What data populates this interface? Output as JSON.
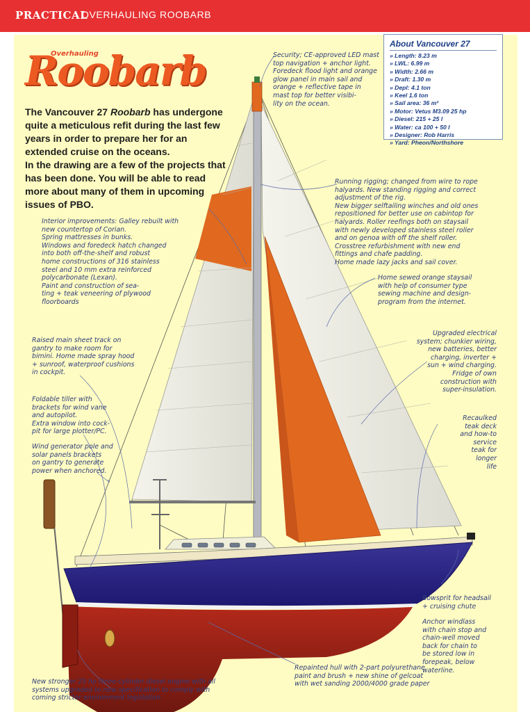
{
  "header": {
    "section": "PRACTICAL",
    "title": "OVERHAULING ROOBARB"
  },
  "logo": {
    "small": "Overhauling",
    "big": "Roobarb"
  },
  "intro": {
    "p1_before": "The Vancouver 27 ",
    "p1_name": "Roobarb",
    "p1_after": " has undergone quite a meticulous refit during the last few years in order to prepare her for an extended cruise on the oceans.",
    "p2": "In the drawing are a few of the projects that has been done. You will be able to read more about many of them in upcoming issues of PBO."
  },
  "info": {
    "title": "About Vancouver 27",
    "items": [
      "» Length: 8.23 m",
      "» LWL: 6.99 m",
      "» Width: 2.66 m",
      "» Draft: 1.30 m",
      "» Depl: 4.1 ton",
      "» Keel 1.6 ton",
      "» Sail area: 36 m²",
      "» Motor: Vetus M3.09 25 hp",
      "» Diesel: 215 + 25 l",
      "» Water: ca 100 + 50 l",
      "» Designer: Rob Harris",
      "» Yard: Pheon/Northshore"
    ]
  },
  "notes": {
    "security": "Security; CE-approved LED mast\ntop navigation + anchor light.\nForedeck flood light and orange\nglow panel in main sail and\norange + reflective tape in\nmast top for better visibi-\nlity on the ocean.",
    "interior": "Interior improvements: Galley rebuilt with\nnew countertop of Corian.\nSpring mattresses in bunks.\nWindows and foredeck hatch changed\ninto both off-the-shelf and robust\nhome constructions of 316 stainless\nsteel and 10 mm extra reinforced\npolycarbonate (Lexan).\nPaint and construction of sea-\nting + teak veneering of plywood\nfloorboards",
    "rigging": "Running rigging; changed from wire to rope\nhalyards. New standing rigging and correct\nadjustment of the rig.\nNew bigger selftailing winches and old ones\nrepositioned for better use on cabintop for\nhalyards. Roller reefings both on staysail\nwith newly developed stainless steel roller\nand on genoa with off the shelf roller.\nCrosstree refurbishment with new end\nfittings and chafe padding.\nHome made lazy jacks and sail cover.",
    "staysail": "Home sewed orange staysail\nwith help of consumer type\nsewing machine and design-\nprogram from the internet.",
    "electrical": "Upgraded electrical\nsystem; chunkier wiring,\nnew batteries, better\ncharging, inverter +\nsun + wind charging.\nFridge of own\nconstruction with\nsuper-insulation.",
    "mainsheet": "Raised main sheet track on\ngantry to make room for\nbimini. Home made spray hood\n+ sunroof, waterproof cushions\nin cockpit.",
    "tiller": "Foldable tiller with\nbrackets for wind vane\nand autopilot.\nExtra window into cock-\npit for large plotter/PC.",
    "wind": "Wind generator pole and\nsolar panels brackets\non gantry to generate\npower when anchored.",
    "teak": "Recaulked\nteak deck\nand how-to\nservice\nteak for\nlonger\nlife",
    "bowsprit": "Bowsprit for headsail\n+ cruising chute",
    "windlass": "Anchor windlass\nwith chain stop and\nchain-well moved\nback for chain to\nbe stored low in\nforepeak, below\nwaterline.",
    "hull": "Repainted hull with 2-part polyurethane\npaint and brush + new shine of gelcoat\nwith wet sanding 2000/4000 grade paper",
    "engine": "New stronger 25 hp three-cylinder diesel engine with all\nsystems upgraded to new specification to comply with\ncoming stricter environment legislation."
  },
  "colors": {
    "header": "#e63032",
    "panel": "#fefcc2",
    "hull_top": "#2a2480",
    "hull_bottom": "#9a2015",
    "sail_orange": "#e0691f",
    "note_text": "#2f3d7c"
  }
}
